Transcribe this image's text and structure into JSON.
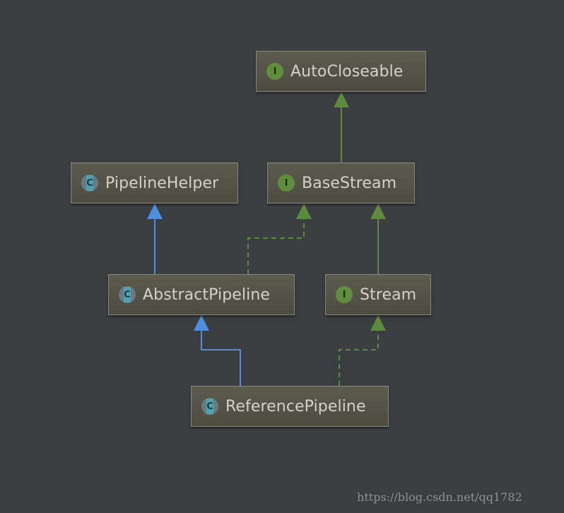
{
  "diagram": {
    "nodes": {
      "auto_closeable": {
        "label": "AutoCloseable",
        "badge": "I"
      },
      "pipeline_helper": {
        "label": "PipelineHelper",
        "badge": "C"
      },
      "base_stream": {
        "label": "BaseStream",
        "badge": "I"
      },
      "abstract_pipeline": {
        "label": "AbstractPipeline",
        "badge": "C"
      },
      "stream": {
        "label": "Stream",
        "badge": "I"
      },
      "reference_pipeline": {
        "label": "ReferencePipeline",
        "badge": "C"
      }
    },
    "edge_colors": {
      "extends_class": "#4d8fe0",
      "interface_relation": "#5a8c3c"
    }
  },
  "watermark": "https://blog.csdn.net/qq1782"
}
